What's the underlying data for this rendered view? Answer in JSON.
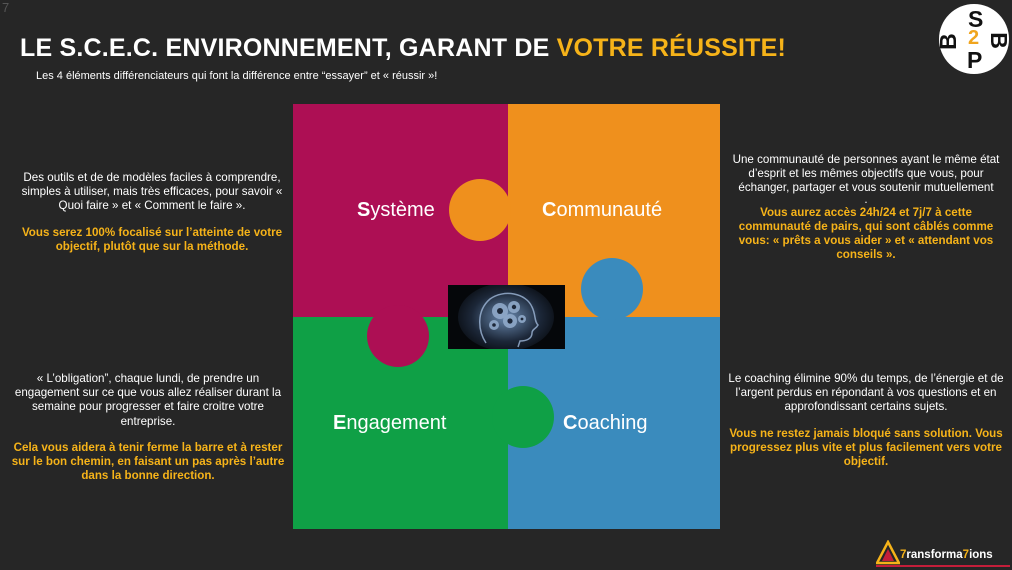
{
  "slide_number": "7",
  "title": {
    "main": "LE S.C.E.C. ENVIRONNEMENT, GARANT DE ",
    "accent": "VOTRE RÉUSSITE!"
  },
  "subtitle": "Les 4 éléments différenciateurs qui font la différence entre “essayer” et « réussir »!",
  "logo": {
    "letters": [
      "S",
      "B",
      "2",
      "B",
      "P"
    ]
  },
  "pieces": {
    "systeme": {
      "initial": "S",
      "rest": "ystème",
      "color": "#ad0f54"
    },
    "communaute": {
      "initial": "C",
      "rest": "ommunauté",
      "color": "#ef901d"
    },
    "engagement": {
      "initial": "E",
      "rest": "ngagement",
      "color": "#0fa046"
    },
    "coaching": {
      "initial": "C",
      "rest": "oaching",
      "color": "#3a8bbd"
    }
  },
  "center_image": {
    "icon": "brain-gears-icon"
  },
  "descriptions": {
    "top_left": {
      "text": "Des outils et de de modèles faciles à comprendre, simples à utiliser, mais très efficaces, pour savoir « Quoi faire » et « Comment le faire ».",
      "highlight": "Vous serez 100% focalisé sur l’atteinte de votre objectif, plutôt que sur la méthode."
    },
    "top_right": {
      "text": "Une communauté de personnes ayant le même état d’esprit et les mêmes objectifs que vous, pour échanger, partager et vous soutenir mutuellement",
      "dot": ".",
      "highlight": "Vous aurez accès 24h/24 et 7j/7 à cette communauté de pairs, qui sont câblés comme vous: « prêts a vous aider » et « attendant vos conseils »."
    },
    "bottom_left": {
      "text": "« L’obligation”, chaque lundi, de prendre un engagement sur ce que vous allez réaliser durant la semaine pour progresser et faire croitre votre entreprise.",
      "highlight": "Cela vous aidera à tenir ferme la barre et à rester sur le bon chemin, en faisant un pas après l’autre dans la bonne direction."
    },
    "bottom_right": {
      "text": "Le coaching élimine 90% du temps, de l’énergie et de l’argent perdus en répondant à vos questions et en approfondissant certains sujets.",
      "highlight": "Vous ne restez jamais bloqué sans solution. Vous progressez plus vite et plus facilement vers votre objectif."
    }
  },
  "brand": {
    "prefix": "7",
    "middle": "ransforma",
    "seven": "7",
    "suffix": "ions"
  }
}
